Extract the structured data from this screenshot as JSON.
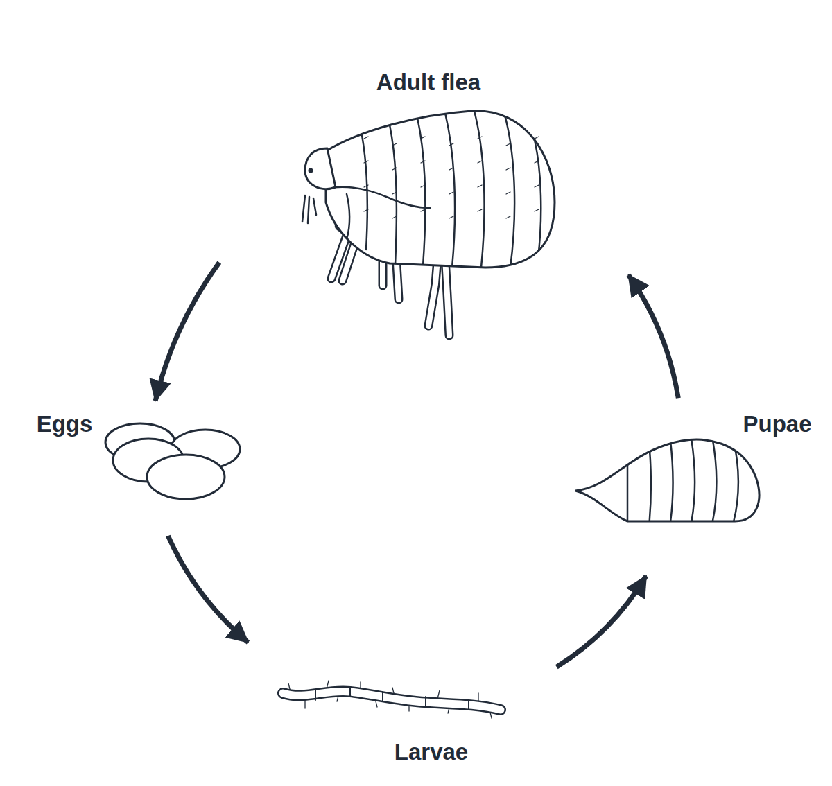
{
  "diagram": {
    "nodes": [
      {
        "text": [
          "Adult flea"
        ]
      },
      {
        "text": [
          "Eggs"
        ]
      },
      {
        "text": [
          "Pupae"
        ]
      },
      {
        "text": [
          "Larvae"
        ]
      }
    ],
    "edges": [
      {
        "from": 0,
        "to": 1,
        "arrow": "to"
      },
      {
        "from": 1,
        "to": 3,
        "arrow": "to"
      },
      {
        "from": 3,
        "to": 2,
        "arrow": "to"
      },
      {
        "from": 2,
        "to": 0,
        "arrow": "to"
      }
    ]
  }
}
